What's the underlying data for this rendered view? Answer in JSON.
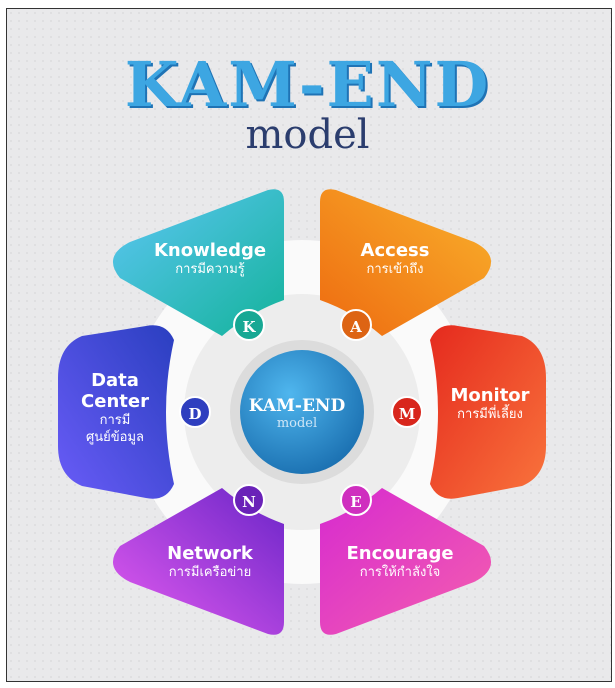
{
  "title": "KAM-END",
  "subtitle": "model",
  "center": {
    "title": "KAM-END",
    "subtitle": "model"
  },
  "segments": [
    {
      "letter": "K",
      "name": "Knowledge",
      "thai": "การมีความรู้",
      "color": "#1fb5a8"
    },
    {
      "letter": "A",
      "name": "Access",
      "thai": "การเข้าถึง",
      "color": "#f07a14"
    },
    {
      "letter": "M",
      "name": "Monitor",
      "thai": "การมีพี่เลี้ยง",
      "color": "#ea3a24"
    },
    {
      "letter": "E",
      "name": "Encourage",
      "thai": "การให้กำลังใจ",
      "color": "#e03ec0"
    },
    {
      "letter": "N",
      "name": "Network",
      "thai": "การมีเครือข่าย",
      "color": "#8a2fd0"
    },
    {
      "letter": "D",
      "name": "Data Center",
      "thai_line1": "การมี",
      "thai_line2": "ศูนย์ข้อมูล",
      "color": "#3f4fd6"
    }
  ]
}
